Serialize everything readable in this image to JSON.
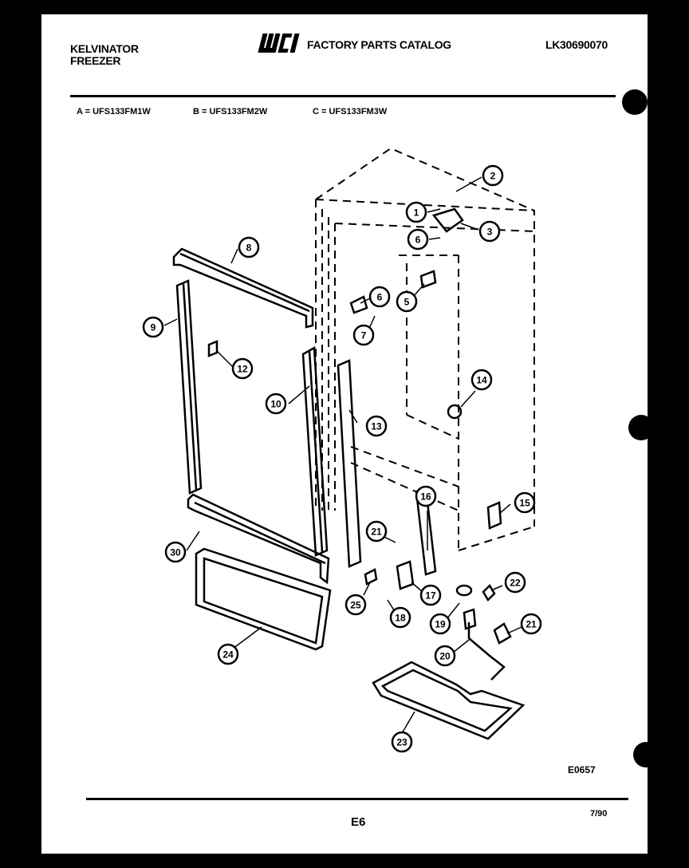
{
  "header": {
    "brand": "KELVINATOR",
    "product": "FREEZER",
    "logo_text": "WCI",
    "catalog_title": "FACTORY PARTS CATALOG",
    "catalog_number": "LK30690070"
  },
  "models": [
    {
      "code": "A = UFS133FM1W"
    },
    {
      "code": "B = UFS133FM2W"
    },
    {
      "code": "C = UFS133FM3W"
    }
  ],
  "callouts": [
    "1",
    "2",
    "3",
    "6",
    "6",
    "5",
    "7",
    "8",
    "9",
    "12",
    "10",
    "13",
    "14",
    "16",
    "15",
    "21",
    "30",
    "25",
    "17",
    "22",
    "18",
    "19",
    "21",
    "20",
    "24",
    "23"
  ],
  "footer": {
    "figure_code": "E0657",
    "page": "E6",
    "date": "7/90"
  }
}
